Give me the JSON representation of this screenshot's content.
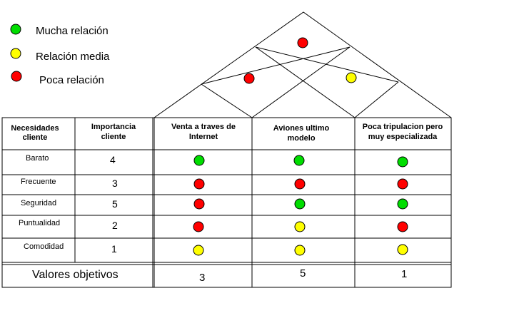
{
  "legend": [
    {
      "label": "Mucha relación",
      "color": "#00dd00"
    },
    {
      "label": "Relación media",
      "color": "#ffff00"
    },
    {
      "label": "Poca relación",
      "color": "#ff0000"
    }
  ],
  "colors": {
    "green": "#00dd00",
    "yellow": "#ffff00",
    "red": "#ff0000",
    "line": "#000000"
  },
  "header": {
    "needs": [
      "Necesidades",
      "cliente"
    ],
    "importance": [
      "Importancia",
      "cliente"
    ],
    "columns": [
      [
        "Venta a traves de",
        "Internet"
      ],
      [
        "Aviones ultimo",
        "modelo"
      ],
      [
        "Poca tripulacion pero",
        "muy especializada"
      ]
    ]
  },
  "roof": {
    "top": "red",
    "left_middle": "red",
    "right_middle": "yellow"
  },
  "rows": [
    {
      "need": "Barato",
      "importance": "4",
      "relations": [
        "green",
        "green",
        "green"
      ]
    },
    {
      "need": "Frecuente",
      "importance": "3",
      "relations": [
        "red",
        "red",
        "red"
      ]
    },
    {
      "need": "Seguridad",
      "importance": "5",
      "relations": [
        "red",
        "green",
        "green"
      ]
    },
    {
      "need": "Puntualidad",
      "importance": "2",
      "relations": [
        "red",
        "yellow",
        "red"
      ]
    },
    {
      "need": "Comodidad",
      "importance": "1",
      "relations": [
        "yellow",
        "yellow",
        "yellow"
      ]
    }
  ],
  "targets": {
    "label": "Valores objetivos",
    "values": [
      "3",
      "5",
      "1"
    ]
  }
}
